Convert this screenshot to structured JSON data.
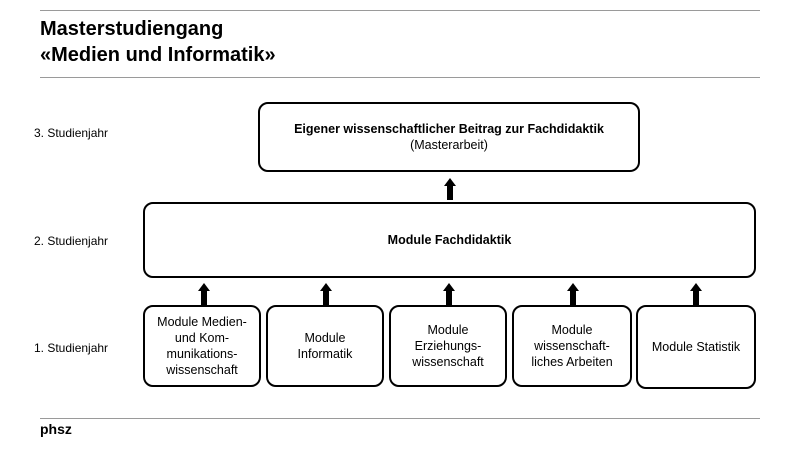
{
  "title": {
    "line1": "Masterstudiengang",
    "line2": "«Medien und Informatik»"
  },
  "years": {
    "year3": "3. Studienjahr",
    "year2": "2. Studienjahr",
    "year1": "1. Studienjahr"
  },
  "top_box": {
    "title": "Eigener wissenschaftlicher Beitrag zur Fachdidaktik",
    "subtitle": "(Masterarbeit)"
  },
  "middle_box": {
    "title": "Module Fachdidaktik"
  },
  "modules": [
    {
      "label": "Module Medien-\nund Kom-\nmunikations-\nwissenschaft"
    },
    {
      "label": "Module\nInformatik"
    },
    {
      "label": "Module\nErziehungs-\nwissenschaft"
    },
    {
      "label": "Module\nwissenschaft-\nliches Arbeiten"
    },
    {
      "label": "Module Statistik"
    }
  ],
  "footer": {
    "logo": "phsz"
  }
}
